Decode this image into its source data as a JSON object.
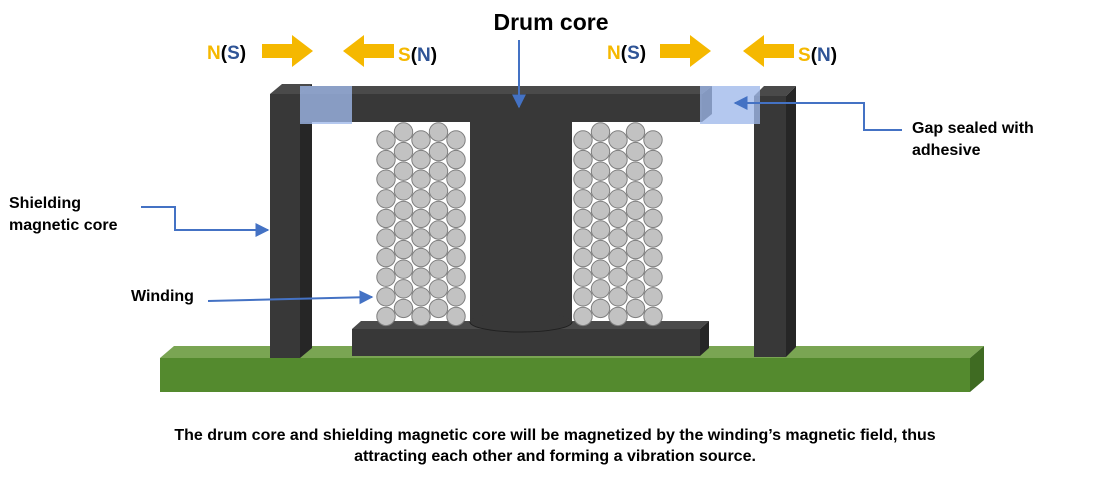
{
  "labels": {
    "drum_core": "Drum core",
    "gap_line1": "Gap sealed with",
    "gap_line2": "adhesive",
    "shield_line1": "Shielding",
    "shield_line2": "magnetic core",
    "winding": "Winding"
  },
  "poles": [
    {
      "primary": "N",
      "paren_open": "(",
      "secondary": "S",
      "paren_close": ")"
    },
    {
      "primary": "S",
      "paren_open": "(",
      "secondary": "N",
      "paren_close": ")"
    },
    {
      "primary": "N",
      "paren_open": "(",
      "secondary": "S",
      "paren_close": ")"
    },
    {
      "primary": "S",
      "paren_open": "(",
      "secondary": "N",
      "paren_close": ")"
    }
  ],
  "caption": {
    "line1": "The drum core and shielding magnetic core will be magnetized by the winding’s magnetic field, thus",
    "line2": "attracting each other and forming a vibration source."
  },
  "colors": {
    "core": "#383838",
    "core_top": "#4a4a4a",
    "core_side": "#262626",
    "board": "#548a2e",
    "board_top": "#7aa553",
    "gap": "#9fb9ea",
    "wire": "#c2c2c2",
    "arrow": "#f5b800",
    "pole_primary": "#f5b800",
    "pole_secondary": "#2f5496",
    "leader": "#4472c4"
  }
}
